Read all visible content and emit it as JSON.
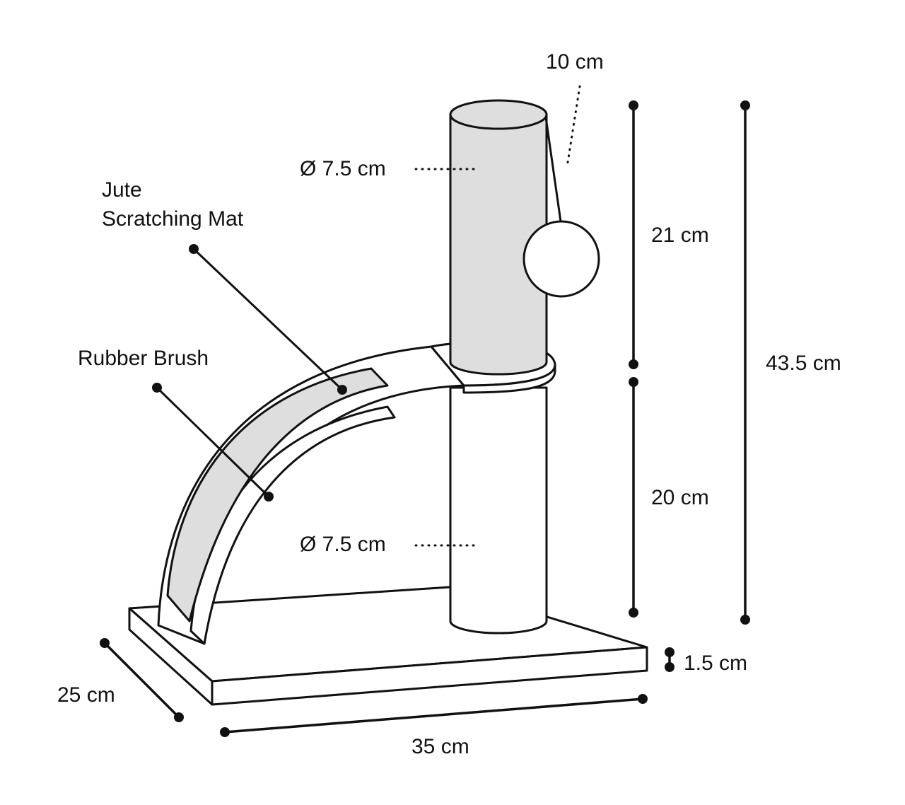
{
  "labels": {
    "ball_string_length": "10 cm",
    "top_post_diameter": "Ø 7.5 cm",
    "bottom_post_diameter": "Ø 7.5 cm",
    "jute_mat_line1": "Jute",
    "jute_mat_line2": "Scratching Mat",
    "rubber_brush": "Rubber Brush",
    "top_post_height": "21 cm",
    "bottom_post_height": "20 cm",
    "total_height": "43.5 cm",
    "base_thickness": "1.5 cm",
    "base_depth": "25 cm",
    "base_width": "35 cm"
  },
  "colors": {
    "line": "#111111",
    "jute_fill": "#dedede",
    "background": "#ffffff"
  }
}
